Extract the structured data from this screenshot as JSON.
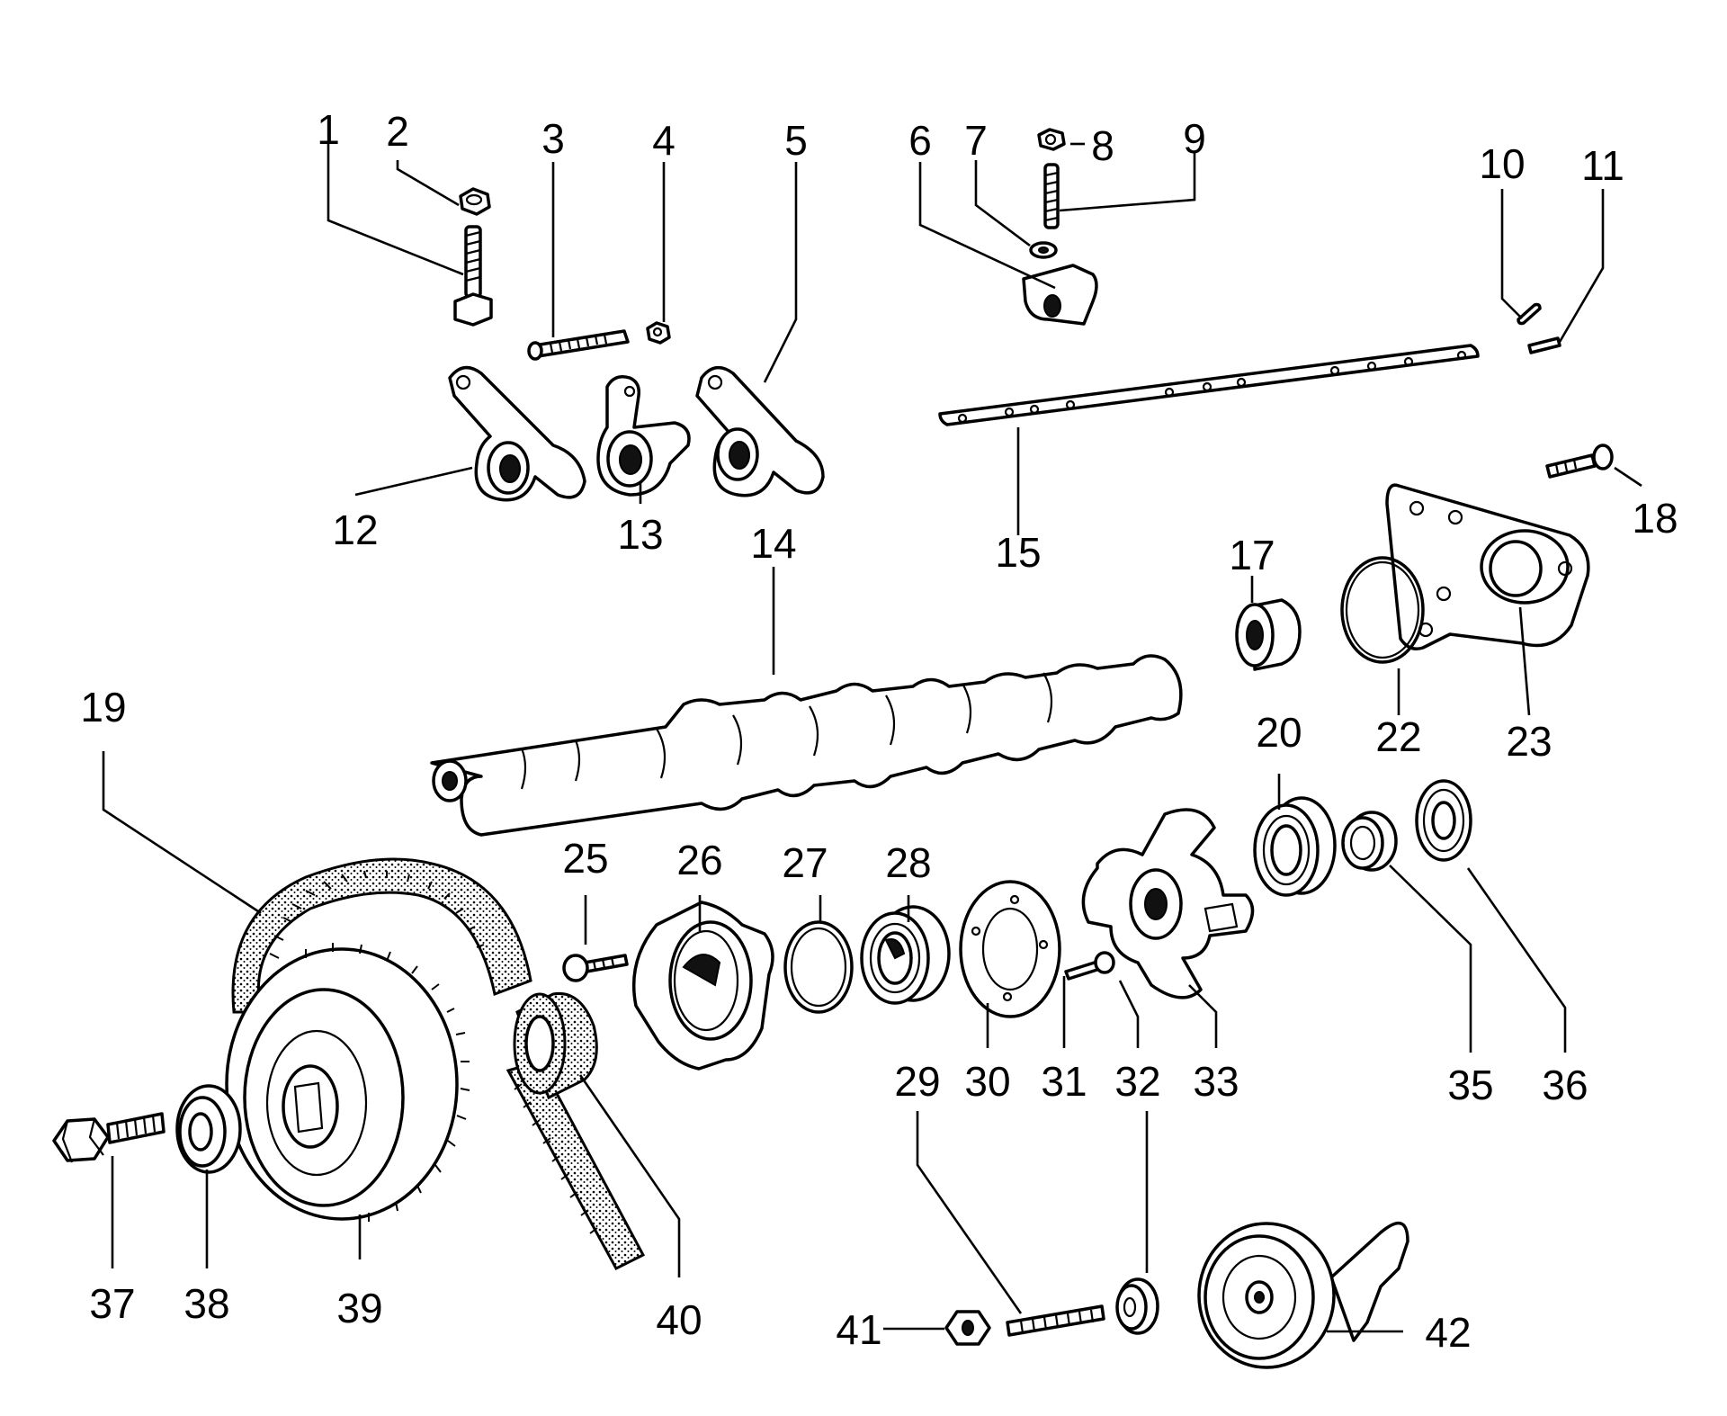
{
  "labels": {
    "l1": "1",
    "l2": "2",
    "l3": "3",
    "l4": "4",
    "l5": "5",
    "l6": "6",
    "l7": "7",
    "l8": "8",
    "l9": "9",
    "l10": "10",
    "l11": "11",
    "l12": "12",
    "l13": "13",
    "l14": "14",
    "l15": "15",
    "l17": "17",
    "l18": "18",
    "l19": "19",
    "l20": "20",
    "l22": "22",
    "l23": "23",
    "l25": "25",
    "l26": "26",
    "l27": "27",
    "l28": "28",
    "l29": "29",
    "l30": "30",
    "l31": "31",
    "l32": "32",
    "l33": "33",
    "l35": "35",
    "l36": "36",
    "l37": "37",
    "l38": "38",
    "l39": "39",
    "l40": "40",
    "l41": "41",
    "l42": "42"
  }
}
